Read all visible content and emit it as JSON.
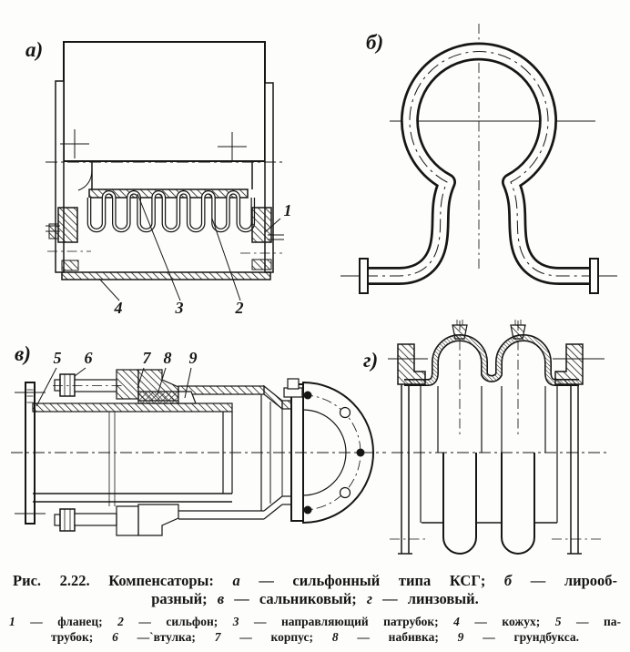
{
  "figure": {
    "caption_line1_parts": [
      {
        "t": "Рис. 2.22. Компенсаторы: "
      },
      {
        "t": "а",
        "i": true
      },
      {
        "t": " — сильфонный типа КСГ; "
      },
      {
        "t": "б",
        "i": true
      },
      {
        "t": " — лирооб-"
      }
    ],
    "caption_line2_parts": [
      {
        "t": "разный; "
      },
      {
        "t": "в",
        "i": true
      },
      {
        "t": " — сальниковый; "
      },
      {
        "t": "г",
        "i": true
      },
      {
        "t": " — линзовый."
      }
    ],
    "legend_line1_parts": [
      {
        "t": "1",
        "i": true
      },
      {
        "t": " — фланец; "
      },
      {
        "t": "2",
        "i": true
      },
      {
        "t": " — сильфон; "
      },
      {
        "t": "3",
        "i": true
      },
      {
        "t": " — направляющий патрубок; "
      },
      {
        "t": "4",
        "i": true
      },
      {
        "t": " — кожух; "
      },
      {
        "t": "5",
        "i": true
      },
      {
        "t": " — па-"
      }
    ],
    "legend_line2_parts": [
      {
        "t": "трубок; "
      },
      {
        "t": "6",
        "i": true
      },
      {
        "t": " —`втулка; "
      },
      {
        "t": "7",
        "i": true
      },
      {
        "t": " — корпус; "
      },
      {
        "t": "8",
        "i": true
      },
      {
        "t": " — набивка; "
      },
      {
        "t": "9",
        "i": true
      },
      {
        "t": " — грундбукса."
      }
    ]
  },
  "panels": {
    "a": {
      "label": "а)",
      "callouts": [
        "1",
        "2",
        "3",
        "4"
      ]
    },
    "b": {
      "label": "б)"
    },
    "v": {
      "label": "в)",
      "callouts": [
        "5",
        "6",
        "7",
        "8",
        "9"
      ]
    },
    "g": {
      "label": "г)"
    }
  },
  "colors": {
    "ink": "#161616",
    "paper": "#fdfdfb"
  }
}
